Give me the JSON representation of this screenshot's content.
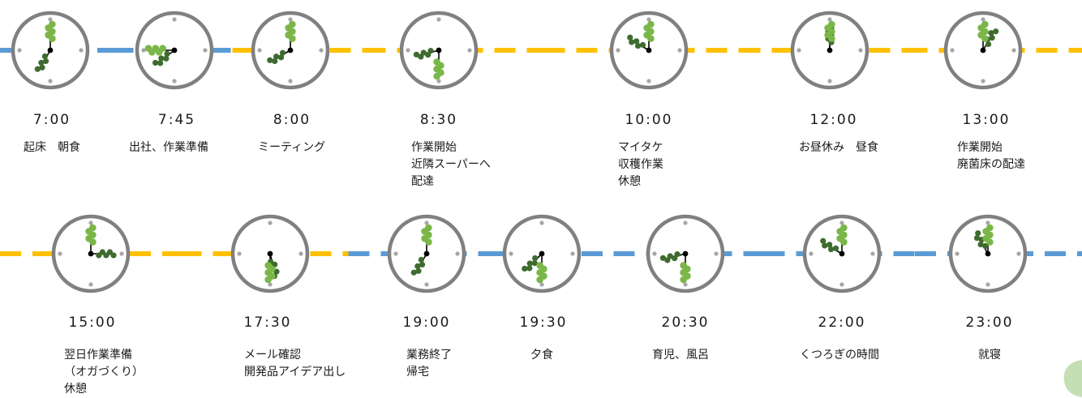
{
  "colors": {
    "day_line": "#ffc000",
    "night_line": "#5b9bd5",
    "clock_rim": "#808080",
    "hour_hand": "#3e6b2f",
    "minute_hand": "#7ab648",
    "center_dot": "#000000",
    "mark": "#a6a6a6",
    "corner_leaf": "#c5dfb4"
  },
  "rows": [
    {
      "line_segments": [
        {
          "kind": "night"
        },
        {
          "kind": "night"
        },
        {
          "kind": "day"
        },
        {
          "kind": "day"
        },
        {
          "kind": "day"
        },
        {
          "kind": "day"
        },
        {
          "kind": "day"
        }
      ],
      "events": [
        {
          "time": "7:00",
          "hour": 7,
          "minute": 0,
          "label": "起床　朝食"
        },
        {
          "time": "7:45",
          "hour": 7,
          "minute": 45,
          "label": "出社、作業準備"
        },
        {
          "time": "8:00",
          "hour": 8,
          "minute": 0,
          "label": "ミーティング"
        },
        {
          "time": "8:30",
          "hour": 8,
          "minute": 30,
          "label": "作業開始\n近隣スーパーへ\n配達"
        },
        {
          "time": "10:00",
          "hour": 10,
          "minute": 0,
          "label": "マイタケ\n収穫作業\n休憩"
        },
        {
          "time": "12:00",
          "hour": 12,
          "minute": 0,
          "label": "お昼休み　昼食"
        },
        {
          "time": "13:00",
          "hour": 13,
          "minute": 0,
          "label": "作業開始\n廃菌床の配達"
        }
      ]
    },
    {
      "line_segments": [
        {
          "kind": "day"
        },
        {
          "kind": "day"
        },
        {
          "kind": "night"
        },
        {
          "kind": "night"
        },
        {
          "kind": "night"
        },
        {
          "kind": "night"
        },
        {
          "kind": "night"
        }
      ],
      "events": [
        {
          "time": "15:00",
          "hour": 15,
          "minute": 0,
          "label": "翌日作業準備\n（オガづくり）\n休憩"
        },
        {
          "time": "17:30",
          "hour": 17,
          "minute": 30,
          "label": "メール確認\n開発品アイデア出し"
        },
        {
          "time": "19:00",
          "hour": 19,
          "minute": 0,
          "label": "業務終了\n帰宅"
        },
        {
          "time": "19:30",
          "hour": 19,
          "minute": 30,
          "label": "夕食"
        },
        {
          "time": "20:30",
          "hour": 20,
          "minute": 30,
          "label": "育児、風呂"
        },
        {
          "time": "22:00",
          "hour": 22,
          "minute": 0,
          "label": "くつろぎの時間"
        },
        {
          "time": "23:00",
          "hour": 23,
          "minute": 0,
          "label": "就寝"
        }
      ]
    }
  ]
}
